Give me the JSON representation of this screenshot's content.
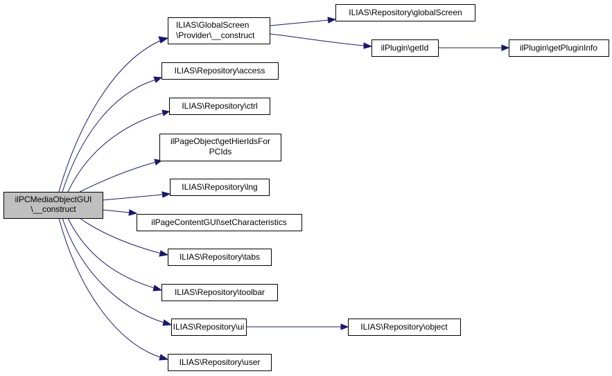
{
  "diagram": {
    "colors": {
      "edge": "#191970",
      "root_fill": "#bfbfbf",
      "node_fill": "#ffffff",
      "border": "#000000"
    },
    "nodes": {
      "root": [
        "ilPCMediaObjectGUI",
        "\\__construct"
      ],
      "gs": [
        "ILIAS\\GlobalScreen",
        "\\Provider\\__construct"
      ],
      "repoGS": [
        "ILIAS\\Repository\\globalScreen"
      ],
      "getId": [
        "ilPlugin\\getId"
      ],
      "getInfo": [
        "ilPlugin\\getPluginInfo"
      ],
      "access": [
        "ILIAS\\Repository\\access"
      ],
      "ctrl": [
        "ILIAS\\Repository\\ctrl"
      ],
      "hier": [
        "ilPageObject\\getHierIdsFor",
        "PCIds"
      ],
      "lng": [
        "ILIAS\\Repository\\lng"
      ],
      "setChar": [
        "ilPageContentGUI\\setCharacteristics"
      ],
      "tabs": [
        "ILIAS\\Repository\\tabs"
      ],
      "toolbar": [
        "ILIAS\\Repository\\toolbar"
      ],
      "ui": [
        "ILIAS\\Repository\\ui"
      ],
      "object": [
        "ILIAS\\Repository\\object"
      ],
      "user": [
        "ILIAS\\Repository\\user"
      ]
    }
  }
}
